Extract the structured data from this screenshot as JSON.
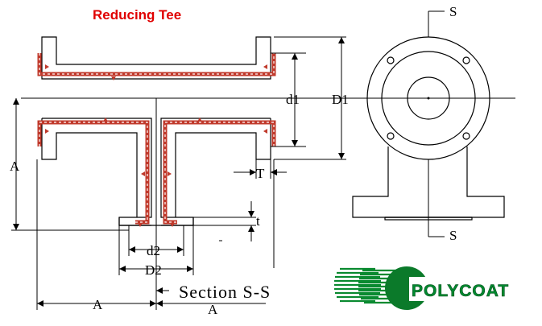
{
  "title": "Reducing Tee",
  "labels": {
    "d1": "d1",
    "D1": "D1",
    "A_vertical": "A",
    "T": "T",
    "t": "t",
    "d2": "d2",
    "D2": "D2",
    "A_bottom_left": "A",
    "A_bottom_right": "A",
    "section_title": "Section S-S",
    "S_top": "S",
    "S_bottom": "S"
  },
  "brand": {
    "name": "POLYCOAT"
  },
  "colors": {
    "title": "#e00000",
    "lining": "#c0392b",
    "line": "#000000",
    "brand_green": "#008a30"
  }
}
